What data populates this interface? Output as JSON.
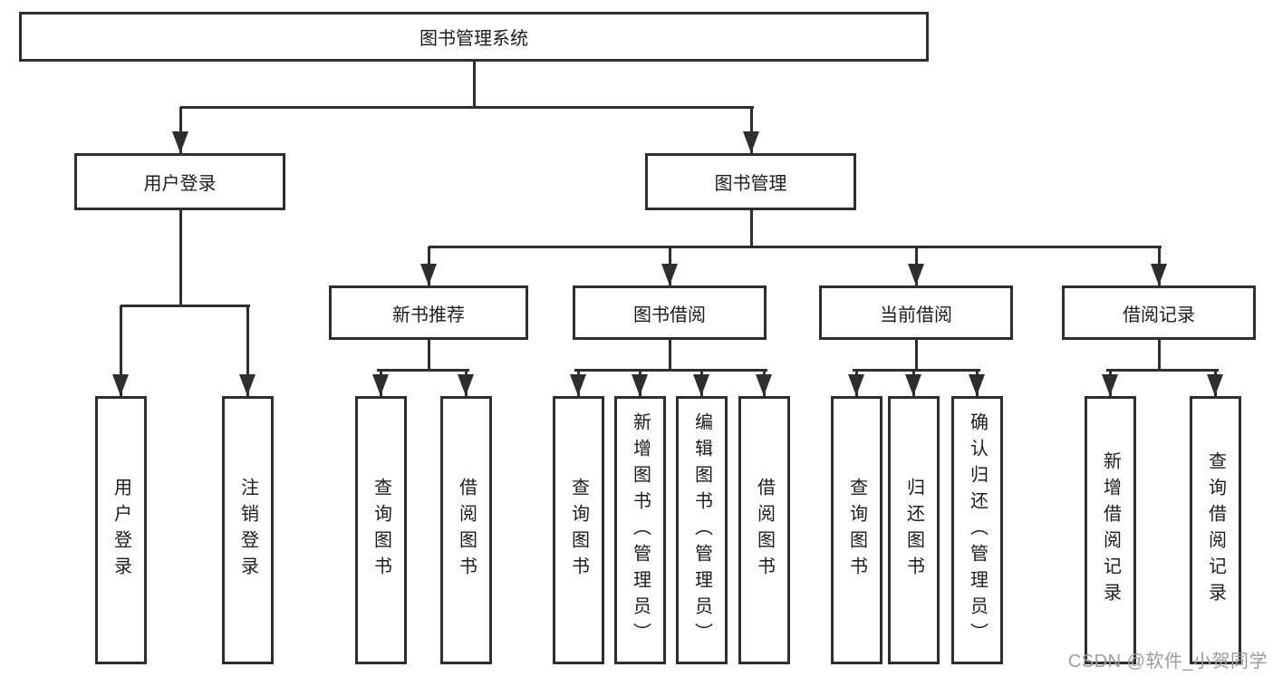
{
  "colors": {
    "line": "#2e2e2e",
    "text": "#1c1c1c",
    "background": "#ffffff",
    "watermark": "#9b9b9b"
  },
  "watermark": {
    "text": "CSDN @软件_小贺同学"
  },
  "tree": {
    "root": {
      "label": "图书管理系统"
    },
    "level2": [
      {
        "label": "用户登录"
      },
      {
        "label": "图书管理"
      }
    ],
    "level3": [
      {
        "label": "新书推荐",
        "parent": "图书管理"
      },
      {
        "label": "图书借阅",
        "parent": "图书管理"
      },
      {
        "label": "当前借阅",
        "parent": "图书管理"
      },
      {
        "label": "借阅记录",
        "parent": "图书管理"
      }
    ],
    "leaves": [
      {
        "label": "用户登录",
        "parent": "用户登录"
      },
      {
        "label": "注销登录",
        "parent": "用户登录"
      },
      {
        "label": "查询图书",
        "parent": "新书推荐"
      },
      {
        "label": "借阅图书",
        "parent": "新书推荐"
      },
      {
        "label": "查询图书",
        "parent": "图书借阅"
      },
      {
        "label": "新增图书（管理员）",
        "parent": "图书借阅"
      },
      {
        "label": "编辑图书（管理员）",
        "parent": "图书借阅"
      },
      {
        "label": "借阅图书",
        "parent": "图书借阅"
      },
      {
        "label": "查询图书",
        "parent": "当前借阅"
      },
      {
        "label": "归还图书",
        "parent": "当前借阅"
      },
      {
        "label": "确认归还（管理员）",
        "parent": "当前借阅"
      },
      {
        "label": "新增借阅记录",
        "parent": "借阅记录"
      },
      {
        "label": "查询借阅记录",
        "parent": "借阅记录"
      }
    ]
  }
}
